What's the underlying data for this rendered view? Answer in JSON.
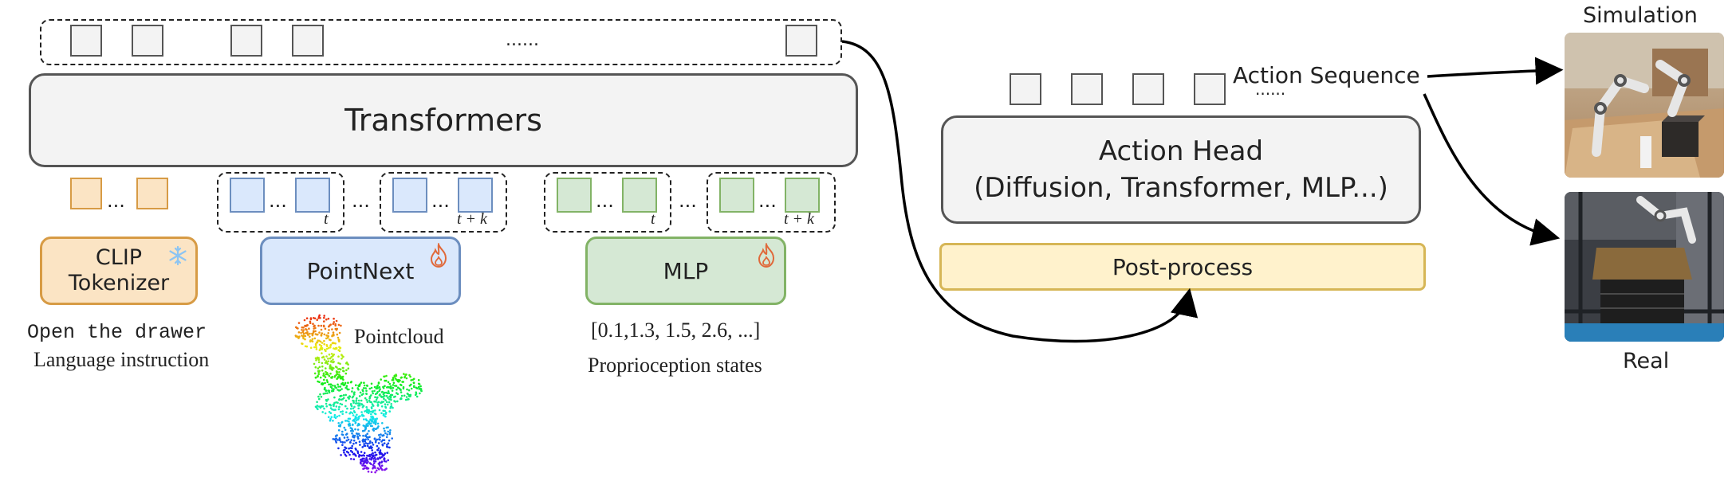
{
  "transformers": {
    "label": "Transformers",
    "top_token_dots": "......"
  },
  "clip": {
    "label_line1": "CLIP",
    "label_line2": "Tokenizer",
    "freeze_icon": "snowflake-icon"
  },
  "pointnext": {
    "label": "PointNext",
    "train_icon": "flame-icon"
  },
  "mlp": {
    "label": "MLP",
    "train_icon": "flame-icon"
  },
  "language": {
    "example": "Open the drawer",
    "caption": "Language instruction"
  },
  "pointcloud": {
    "caption": "Pointcloud"
  },
  "proprio": {
    "example": "[0.1,1.3, 1.5, 2.6, ...]",
    "caption": "Proprioception states"
  },
  "token_groups": {
    "ellipsis": "...",
    "t_label": "t",
    "tk_label": "t + k"
  },
  "action": {
    "sequence_label": "Action Sequence",
    "sequence_dots": "......",
    "head_line1": "Action Head",
    "head_line2": "(Diffusion, Transformer, MLP...)",
    "postprocess": "Post-process"
  },
  "outputs": {
    "sim_label": "Simulation",
    "real_label": "Real"
  },
  "colors": {
    "orange_fill": "#fbe4c4",
    "orange_border": "#d79b45",
    "blue_fill": "#dae8fc",
    "blue_border": "#6c8ebf",
    "green_fill": "#d5e8d4",
    "green_border": "#82b366",
    "yellow_fill": "#fff2cc",
    "yellow_border": "#d6b656",
    "grey_fill": "#f3f3f3",
    "grey_border": "#555555",
    "flame": "#e0693a",
    "snowflake": "#8cc4f2"
  }
}
